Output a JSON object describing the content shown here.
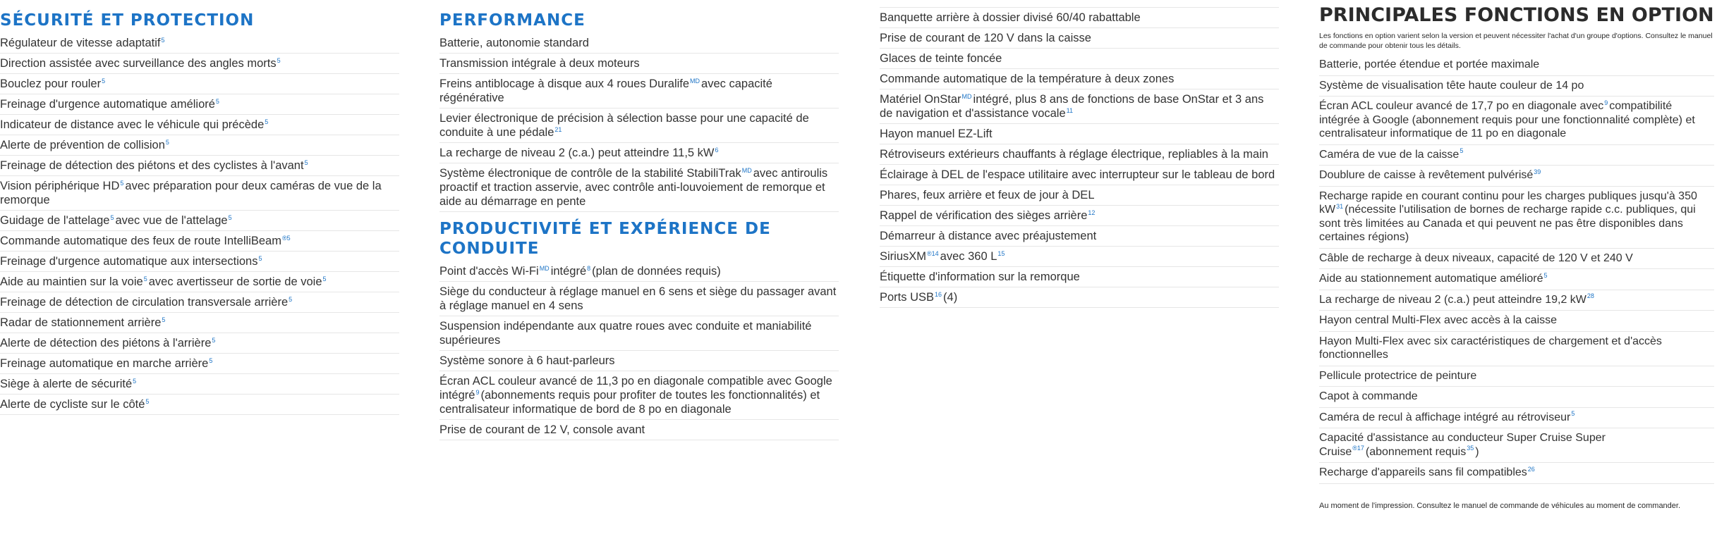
{
  "colors": {
    "accent": "#1d74c6",
    "text": "#2b2b2b",
    "divider": "#e6e6e6"
  },
  "security": {
    "title": "SÉCURITÉ ET PROTECTION",
    "items": [
      {
        "text": "Régulateur de vitesse adaptatif",
        "fn": "5"
      },
      {
        "text": "Direction assistée avec surveillance des angles morts",
        "fn": "5"
      },
      {
        "text": "Bouclez pour rouler",
        "fn": "5"
      },
      {
        "text": "Freinage d'urgence automatique amélioré",
        "fn": "5"
      },
      {
        "text": "Indicateur de distance avec le véhicule qui précède",
        "fn": "5"
      },
      {
        "text": "Alerte de prévention de collision",
        "fn": "5"
      },
      {
        "text": "Freinage de détection des piétons et des cyclistes à l'avant",
        "fn": "5"
      },
      {
        "text": "Vision périphérique HD",
        "fn": "5",
        "rest": "avec préparation pour deux caméras de vue de la remorque"
      },
      {
        "text": "Guidage de l'attelage",
        "fn": "5",
        "rest": "avec vue de l'attelage",
        "fn2": "5"
      },
      {
        "text": "Commande automatique des feux de route IntelliBeam",
        "fn": "®5"
      },
      {
        "text": "Freinage d'urgence automatique aux intersections",
        "fn": "5"
      },
      {
        "text": "Aide au maintien sur la voie",
        "fn": "5",
        "rest": "avec avertisseur de sortie de voie",
        "fn2": "5"
      },
      {
        "text": "Freinage de détection de circulation transversale arrière",
        "fn": "5"
      },
      {
        "text": "Radar de stationnement arrière",
        "fn": "5"
      },
      {
        "text": "Alerte de détection des piétons à l'arrière",
        "fn": "5"
      },
      {
        "text": "Freinage automatique en marche arrière",
        "fn": "5"
      },
      {
        "text": "Siège à alerte de sécurité",
        "fn": "5"
      },
      {
        "text": "Alerte de cycliste sur le côté",
        "fn": "5"
      }
    ]
  },
  "performance": {
    "title": "PERFORMANCE",
    "items": [
      {
        "text": "Batterie, autonomie standard"
      },
      {
        "text": "Transmission intégrale à deux moteurs"
      },
      {
        "text": "Freins antiblocage à disque aux 4 roues Duralife",
        "fn": "MD",
        "rest": "avec capacité régénérative"
      },
      {
        "text": "Levier électronique de précision à sélection basse pour une capacité de conduite à une pédale",
        "fn": "21"
      },
      {
        "text": "La recharge de niveau 2 (c.a.) peut atteindre 11,5 kW",
        "fn": "6"
      },
      {
        "text": "Système électronique de contrôle de la stabilité StabiliTrak",
        "fn": "MD",
        "rest": "avec antiroulis proactif et traction asservie, avec contrôle anti-louvoiement de remorque et aide au démarrage en pente"
      }
    ]
  },
  "productivity": {
    "title": "PRODUCTIVITÉ ET EXPÉRIENCE DE CONDUITE",
    "items": [
      {
        "text": "Point d'accès Wi-Fi",
        "fn": "MD",
        "rest": "intégré",
        "fn2": "8",
        "rest2": "(plan de données requis)"
      },
      {
        "text": "Siège du conducteur à réglage manuel en 6 sens et siège du passager avant à réglage manuel en 4 sens"
      },
      {
        "text": "Suspension indépendante aux quatre roues avec conduite et maniabilité supérieures"
      },
      {
        "text": "Système sonore à 6 haut-parleurs"
      },
      {
        "text": "Écran ACL couleur avancé de 11,3 po en diagonale compatible avec Google intégré",
        "fn": "9",
        "rest": "(abonnements requis pour profiter de toutes les fonctionnalités) et centralisateur informatique de bord de 8 po en diagonale"
      },
      {
        "text": "Prise de courant de 12 V, console avant"
      }
    ]
  },
  "equipment": {
    "items": [
      {
        "text": "Banquette arrière à dossier divisé 60/40 rabattable"
      },
      {
        "text": "Prise de courant de 120 V dans la caisse"
      },
      {
        "text": "Glaces de teinte foncée"
      },
      {
        "text": "Commande automatique de la température à deux zones"
      },
      {
        "text": "Matériel OnStar",
        "fn": "MD",
        "rest": "intégré, plus 8 ans de fonctions de base OnStar et 3 ans de navigation et d'assistance vocale",
        "fn2": "11"
      },
      {
        "text": "Hayon manuel EZ-Lift"
      },
      {
        "text": "Rétroviseurs extérieurs chauffants à réglage électrique, repliables à la main"
      },
      {
        "text": "Éclairage à DEL de l'espace utilitaire avec interrupteur sur le tableau de bord"
      },
      {
        "text": "Phares, feux arrière et feux de jour à DEL"
      },
      {
        "text": "Rappel de vérification des sièges arrière",
        "fn": "12"
      },
      {
        "text": "Démarreur à distance avec préajustement"
      },
      {
        "text": "SiriusXM",
        "fn": "®14",
        "rest": "avec 360 L",
        "fn2": "15"
      },
      {
        "text": "Étiquette d'information sur la remorque"
      },
      {
        "text": "Ports USB",
        "fn": "16",
        "rest": "(4)"
      }
    ]
  },
  "options": {
    "title": "PRINCIPALES FONCTIONS EN OPTION",
    "intro": "Les fonctions en option varient selon la version et peuvent nécessiter l'achat d'un groupe d'options. Consultez le manuel de commande pour obtenir tous les détails.",
    "items": [
      {
        "text": "Batterie, portée étendue et portée maximale"
      },
      {
        "text": "Système de visualisation tête haute couleur de 14 po"
      },
      {
        "text": "Écran ACL couleur avancé de 17,7 po en diagonale avec",
        "fn": "9",
        "rest": "compatibilité intégrée à Google (abonnement requis pour une fonctionnalité complète) et centralisateur informatique de 11 po en diagonale"
      },
      {
        "text": "Caméra de vue de la caisse",
        "fn": "5"
      },
      {
        "text": "Doublure de caisse à revêtement pulvérisé",
        "fn": "39"
      },
      {
        "text": "Recharge rapide en courant continu pour les charges publiques jusqu'à 350 kW",
        "fn": "31",
        "rest": "(nécessite l'utilisation de bornes de recharge rapide c.c. publiques, qui sont très limitées au Canada et qui peuvent ne pas être disponibles dans certaines régions)"
      },
      {
        "text": "Câble de recharge à deux niveaux, capacité de 120 V et 240 V"
      },
      {
        "text": "Aide au stationnement automatique amélioré",
        "fn": "5"
      },
      {
        "text": "La recharge de niveau 2 (c.a.) peut atteindre 19,2 kW",
        "fn": "28"
      },
      {
        "text": "Hayon central Multi-Flex avec accès à la caisse"
      },
      {
        "text": "Hayon Multi-Flex avec six caractéristiques de chargement et d'accès fonctionnelles"
      },
      {
        "text": "Pellicule protectrice de peinture"
      },
      {
        "text": "Capot à commande"
      },
      {
        "text": "Caméra de recul à affichage intégré au rétroviseur",
        "fn": "5"
      },
      {
        "text": "Capacité d'assistance au conducteur Super Cruise Super Cruise",
        "fn": "®17",
        "rest": "(abonnement requis",
        "fn2": "35",
        "rest2": ")"
      },
      {
        "text": "Recharge d'appareils sans fil compatibles",
        "fn": "26"
      }
    ],
    "footer": "Au moment de l'impression. Consultez le manuel de commande de véhicules au moment de commander."
  }
}
